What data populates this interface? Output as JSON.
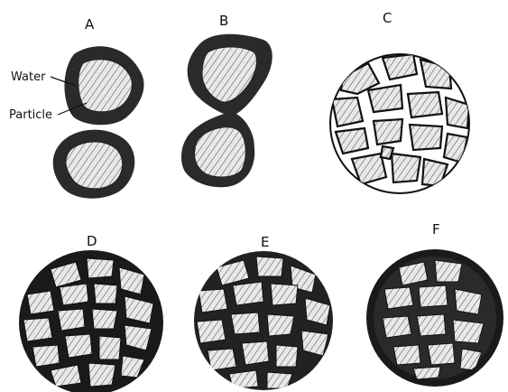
{
  "panels": [
    {
      "id": "A",
      "label": "A"
    },
    {
      "id": "B",
      "label": "B"
    },
    {
      "id": "C",
      "label": "C"
    },
    {
      "id": "D",
      "label": "D"
    },
    {
      "id": "E",
      "label": "E"
    },
    {
      "id": "F",
      "label": "F"
    }
  ],
  "callouts": {
    "water": "Water",
    "particle": "Particle"
  },
  "colors": {
    "water_film": "#2a2a2a",
    "particle_fill": "#e6e6e6",
    "outline": "#222222"
  }
}
